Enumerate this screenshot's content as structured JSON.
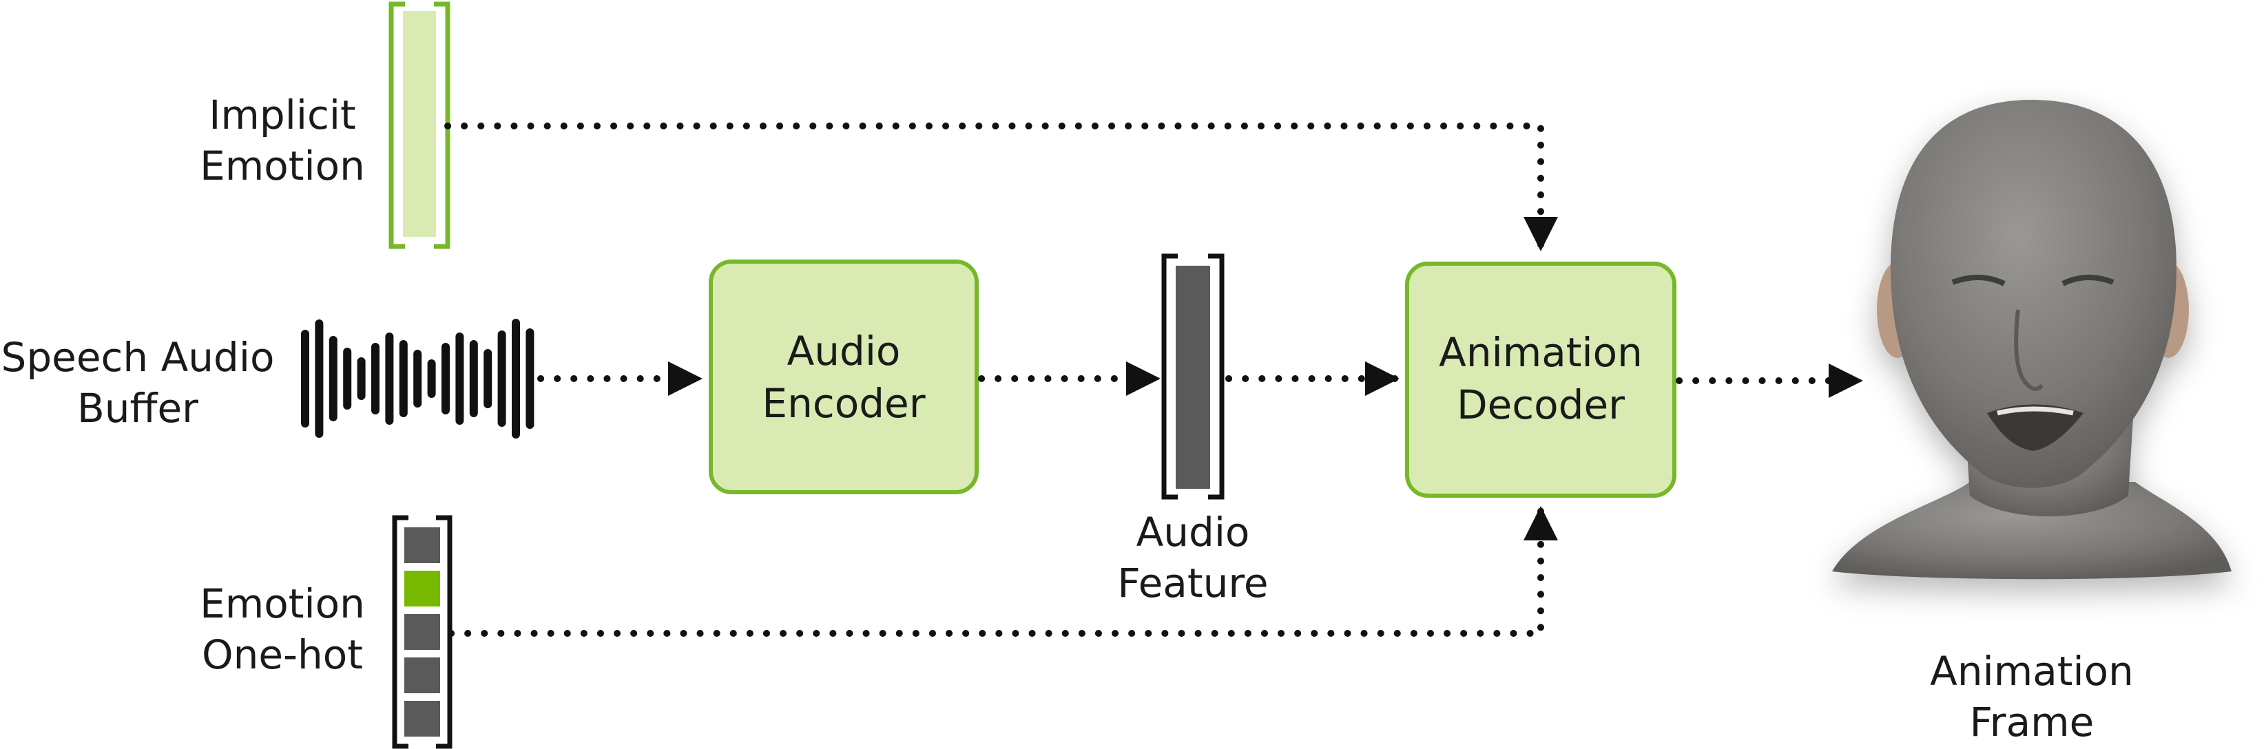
{
  "nodes": {
    "implicit_emotion": {
      "lines": [
        "Implicit",
        "Emotion"
      ]
    },
    "speech_audio_buffer": {
      "lines": [
        "Speech Audio",
        "Buffer"
      ]
    },
    "emotion_one_hot": {
      "lines": [
        "Emotion",
        "One-hot"
      ]
    },
    "audio_encoder": {
      "lines": [
        "Audio",
        "Encoder"
      ]
    },
    "audio_feature": {
      "lines": [
        "Audio",
        "Feature"
      ]
    },
    "animation_decoder": {
      "lines": [
        "Animation",
        "Decoder"
      ]
    },
    "animation_frame": {
      "lines": [
        "Animation",
        "Frame"
      ]
    }
  },
  "one_hot_active_index": 1,
  "colors": {
    "box_fill": "#d9eab2",
    "box_border": "#76b82a",
    "vector_light": "#d9eab2",
    "vector_dark": "#5a5a5a",
    "active_green": "#76b900",
    "bracket_green": "#76b82a",
    "bracket_dark": "#111111",
    "arrow": "#111111",
    "face": "#7a7875"
  }
}
